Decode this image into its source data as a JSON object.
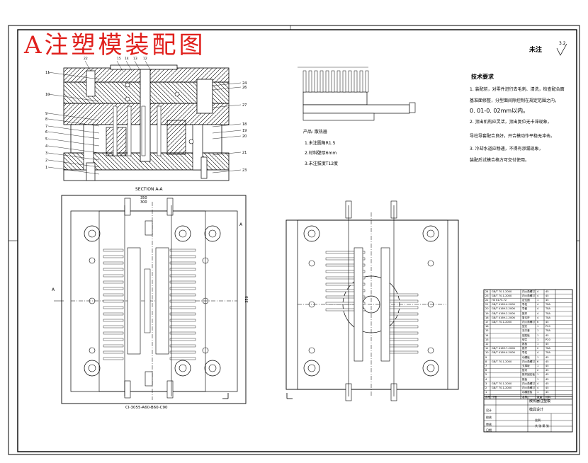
{
  "drawing": {
    "title": "A注塑模装配图",
    "roughness_note": "未注",
    "roughness_value": "3.2",
    "section_label": "SECTION A-A",
    "section_mark": "A",
    "dim_overall_1": "350",
    "dim_overall_2": "300",
    "dim_height": "350",
    "mold_base_code": "CI-3055-A60-B60-C90"
  },
  "callouts": {
    "top": [
      "22",
      "15",
      "14",
      "13",
      "12"
    ],
    "left": [
      "11",
      "10",
      "9",
      "8",
      "7",
      "6",
      "5",
      "4",
      "3",
      "2",
      "1"
    ],
    "right": [
      "24",
      "26",
      "27",
      "18",
      "19",
      "20",
      "21",
      "23"
    ]
  },
  "product": {
    "name_line": "产品: 散热器",
    "notes": [
      "1.未注圆角R1.5",
      "2.材料壁厚6mm",
      "3.未注拔度T12度"
    ]
  },
  "technical": {
    "heading": "技术要求",
    "items": [
      "1. 装配前，对零件进行去毛刺、清洗，检查配合面",
      "基准面修整，分型面间隙控制在规定范围之内，",
      "0. 01-0. 02mm以内。",
      "2. 顶出机构应灵活，顶出复位无卡滞现象，",
      "导柱导套配合良好，开合模动作平稳无冲击。",
      "3. 冷却水道应畅通，不得有渗漏现象，",
      "装配后试模合格方可交付使用。"
    ]
  },
  "bom": {
    "rows": [
      [
        "24",
        "GB/T 70.1-2000",
        "内六角螺钉",
        "4",
        "45"
      ],
      [
        "23",
        "GB/T 70.1-2000",
        "内六角螺钉",
        "4",
        "45"
      ],
      [
        "22",
        "HS 6175-72",
        "定位圈",
        "1",
        "45"
      ],
      [
        "21",
        "GB/T 4169.4-2006",
        "导柱",
        "4",
        "T8A"
      ],
      [
        "20",
        "GB/T 4169.3-2006",
        "导套",
        "4",
        "T8A"
      ],
      [
        "19",
        "GB/T 4169.2-2006",
        "推杆",
        "4",
        "T8A"
      ],
      [
        "18",
        "GB/T 4169.1-2006",
        "复位杆",
        "4",
        "T8A"
      ],
      [
        "17",
        "GB/T 70.1-2000",
        "内六角螺钉",
        "6",
        "45"
      ],
      [
        "16",
        "",
        "型芯",
        "1",
        "P20"
      ],
      [
        "15",
        "",
        "浇口套",
        "1",
        "T8A"
      ],
      [
        "14",
        "",
        "型腔板",
        "1",
        "45"
      ],
      [
        "13",
        "",
        "型芯",
        "1",
        "P20"
      ],
      [
        "12",
        "",
        "推板",
        "1",
        "45"
      ],
      [
        "11",
        "GB/T 4169.7-2006",
        "推杆",
        "2",
        "T8A"
      ],
      [
        "10",
        "GB/T 4169.4-2006",
        "导柱",
        "4",
        "T8A"
      ],
      [
        "9",
        "",
        "动模板",
        "1",
        "45"
      ],
      [
        "8",
        "GB/T 70.1-2000",
        "内六角螺钉",
        "6",
        "45"
      ],
      [
        "7",
        "",
        "支撑板",
        "1",
        "45"
      ],
      [
        "6",
        "",
        "垫块",
        "2",
        "45"
      ],
      [
        "5",
        "",
        "推杆固定板",
        "1",
        "45"
      ],
      [
        "4",
        "",
        "推板",
        "1",
        "45"
      ],
      [
        "3",
        "GB/T 70.1-2000",
        "内六角螺钉",
        "4",
        "45"
      ],
      [
        "2",
        "GB/T 70.1-2000",
        "内六角螺钉",
        "4",
        "45"
      ],
      [
        "1",
        "",
        "动模座板",
        "1",
        "45"
      ]
    ],
    "header": [
      "序号",
      "代号",
      "名称",
      "数量",
      "材料"
    ]
  },
  "title_block": {
    "drawing_name": "散热器注塑模",
    "school": "模具设计",
    "row_labels": [
      "设计",
      "校核",
      "审核",
      "日期"
    ],
    "scale_label": "比例",
    "sheet_label": "共 张 第 张"
  },
  "colors": {
    "title": "#e0201c",
    "line": "#000000",
    "background": "#ffffff"
  }
}
